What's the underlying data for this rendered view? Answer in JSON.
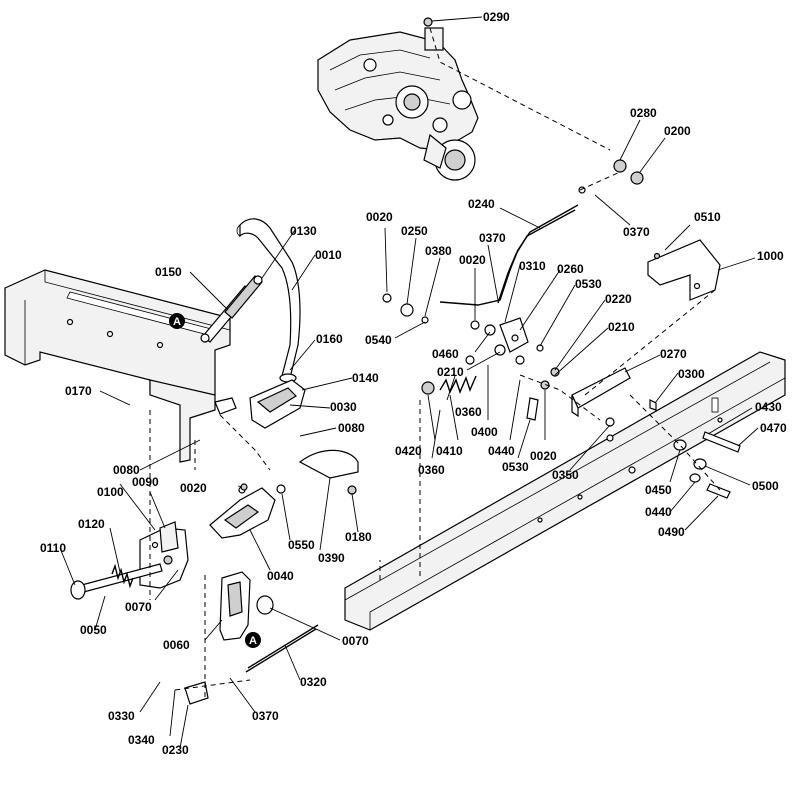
{
  "callouts": [
    {
      "label": "0290"
    },
    {
      "label": "0280"
    },
    {
      "label": "0200"
    },
    {
      "label": "0370"
    },
    {
      "label": "0240"
    },
    {
      "label": "0510"
    },
    {
      "label": "1000"
    },
    {
      "label": "0020"
    },
    {
      "label": "0250"
    },
    {
      "label": "0380"
    },
    {
      "label": "0370"
    },
    {
      "label": "0020"
    },
    {
      "label": "0310"
    },
    {
      "label": "0260"
    },
    {
      "label": "0530"
    },
    {
      "label": "0220"
    },
    {
      "label": "0210"
    },
    {
      "label": "0540"
    },
    {
      "label": "0460"
    },
    {
      "label": "0210"
    },
    {
      "label": "0270"
    },
    {
      "label": "0300"
    },
    {
      "label": "0130"
    },
    {
      "label": "0010"
    },
    {
      "label": "0150"
    },
    {
      "label": "0160"
    },
    {
      "label": "0140"
    },
    {
      "label": "0030"
    },
    {
      "label": "0080"
    },
    {
      "label": "0170"
    },
    {
      "label": "0080"
    },
    {
      "label": "0360"
    },
    {
      "label": "0400"
    },
    {
      "label": "0440"
    },
    {
      "label": "0020"
    },
    {
      "label": "0420"
    },
    {
      "label": "0410"
    },
    {
      "label": "0360"
    },
    {
      "label": "0530"
    },
    {
      "label": "0350"
    },
    {
      "label": "0430"
    },
    {
      "label": "0470"
    },
    {
      "label": "0450"
    },
    {
      "label": "0500"
    },
    {
      "label": "0440"
    },
    {
      "label": "0490"
    },
    {
      "label": "0020"
    },
    {
      "label": "0100"
    },
    {
      "label": "0090"
    },
    {
      "label": "0550"
    },
    {
      "label": "0180"
    },
    {
      "label": "0390"
    },
    {
      "label": "0120"
    },
    {
      "label": "0040"
    },
    {
      "label": "0110"
    },
    {
      "label": "0070"
    },
    {
      "label": "0050"
    },
    {
      "label": "0060"
    },
    {
      "label": "0070"
    },
    {
      "label": "0320"
    },
    {
      "label": "0330"
    },
    {
      "label": "0370"
    },
    {
      "label": "0340"
    },
    {
      "label": "0230"
    }
  ],
  "markers": [
    {
      "label": "A"
    },
    {
      "label": "A"
    }
  ]
}
